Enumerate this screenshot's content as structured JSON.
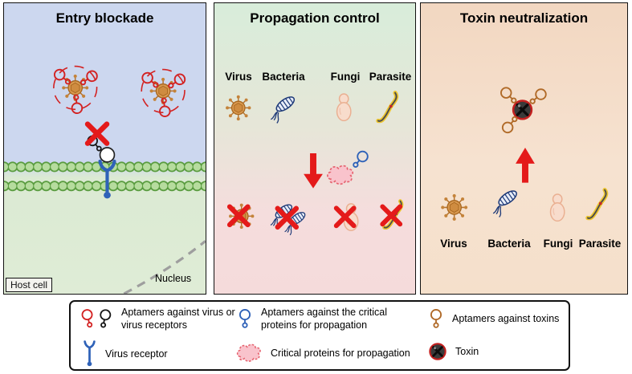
{
  "figure": {
    "panels": [
      {
        "title": "Entry blockade",
        "host_cell_label": "Host cell",
        "nucleus_label": "Nucleus"
      },
      {
        "title": "Propagation control",
        "pathogens": [
          "Virus",
          "Bacteria",
          "Fungi",
          "Parasite"
        ]
      },
      {
        "title": "Toxin neutralization",
        "pathogens": [
          "Virus",
          "Bacteria",
          "Fungi",
          "Parasite"
        ]
      }
    ],
    "legend": {
      "items": [
        {
          "icon": "aptamers-virus-receptors-icon",
          "label": "Aptamers against virus or virus receptors"
        },
        {
          "icon": "aptamers-critical-proteins-icon",
          "label": "Aptamers against the critical proteins for propagation"
        },
        {
          "icon": "aptamers-toxins-icon",
          "label": "Aptamers against toxins"
        },
        {
          "icon": "virus-receptor-icon",
          "label": "Virus receptor"
        },
        {
          "icon": "critical-proteins-icon",
          "label": "Critical proteins for propagation"
        },
        {
          "icon": "toxin-icon",
          "label": "Toxin"
        }
      ]
    },
    "colors": {
      "aptamer_red": "#d32222",
      "aptamer_black": "#161616",
      "aptamer_blue": "#2f62b8",
      "aptamer_orange": "#b06a28",
      "cross_red": "#e41a1a",
      "arrow_red": "#e41a1a",
      "virus_body": "#d9994f",
      "bacteria_blue": "#1e3a78",
      "fungi_fill": "#f8dccc",
      "parasite_yellow": "#ecc52f",
      "membrane_green": "#5a9c40",
      "protein_pink": "#f9c3cc",
      "toxin_dark": "#3a3a3a",
      "receptor_blue": "#2f62b8",
      "panel1_bg_top": "#ccd7ef",
      "panel1_bg_bottom": "#dfecd6",
      "panel2_bg_top": "#d8edda",
      "panel2_bg_bottom": "#f5dbdb",
      "panel3_bg": "#f2d7c1"
    }
  }
}
